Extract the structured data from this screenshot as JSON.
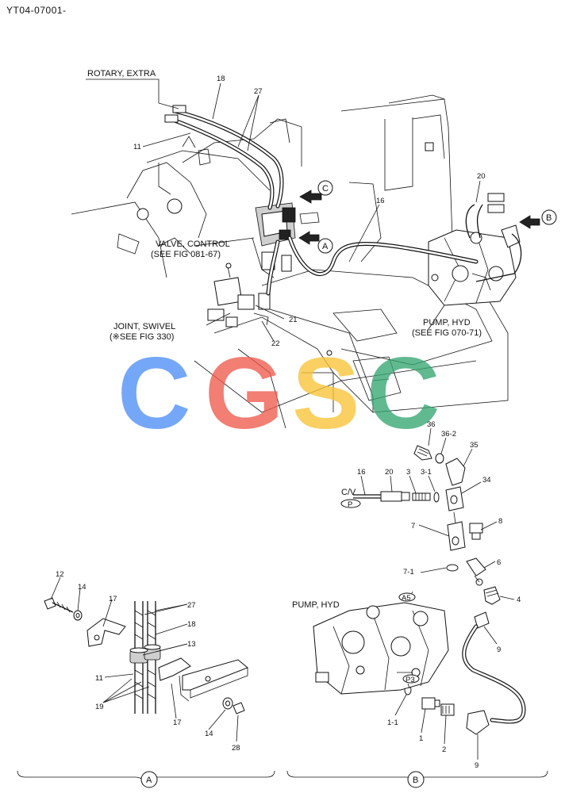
{
  "drawing": {
    "code": "YT04-07001-",
    "watermark": {
      "letters": [
        "C",
        "G",
        "S",
        "C"
      ],
      "colors": [
        "#4f8ff7",
        "#ef5a4e",
        "#f9c437",
        "#35a672"
      ]
    },
    "labels": {
      "rotary_extra": "ROTARY, EXTRA",
      "valve_control": "VALVE, CONTROL",
      "valve_control_ref": "(SEE FIG 081-67)",
      "joint_swivel": "JOINT, SWIVEL",
      "joint_swivel_ref": "(※SEE FIG 330)",
      "pump_hyd_top": "PUMP, HYD",
      "pump_hyd_top_ref": "(SEE FIG 070-71)",
      "pump_hyd_b": "PUMP, HYD",
      "cv": "C/V"
    },
    "circled": {
      "a": "A",
      "b": "B",
      "c": "C",
      "p": "P",
      "a5": "A5",
      "p3": "P3"
    },
    "view_labels": {
      "a": "A",
      "b": "B"
    },
    "callouts": {
      "top": {
        "n18": "18",
        "n27": "27",
        "n11": "11",
        "n20": "20",
        "n16": "16",
        "n21": "21",
        "n22": "22"
      },
      "view_b": {
        "n36": "36",
        "n36_2": "36-2",
        "n35": "35",
        "n16": "16",
        "n20": "20",
        "n3": "3",
        "n3_1": "3-1",
        "n34": "34",
        "n7": "7",
        "n8": "8",
        "n6": "6",
        "n7_1": "7-1",
        "n4": "4",
        "n9a": "9",
        "n1_1": "1-1",
        "n1": "1",
        "n2": "2",
        "n9b": "9"
      },
      "view_a": {
        "n12": "12",
        "n14a": "14",
        "n17a": "17",
        "n27": "27",
        "n18": "18",
        "n13": "13",
        "n11": "11",
        "n19": "19",
        "n17b": "17",
        "n14b": "14",
        "n28": "28"
      }
    }
  }
}
